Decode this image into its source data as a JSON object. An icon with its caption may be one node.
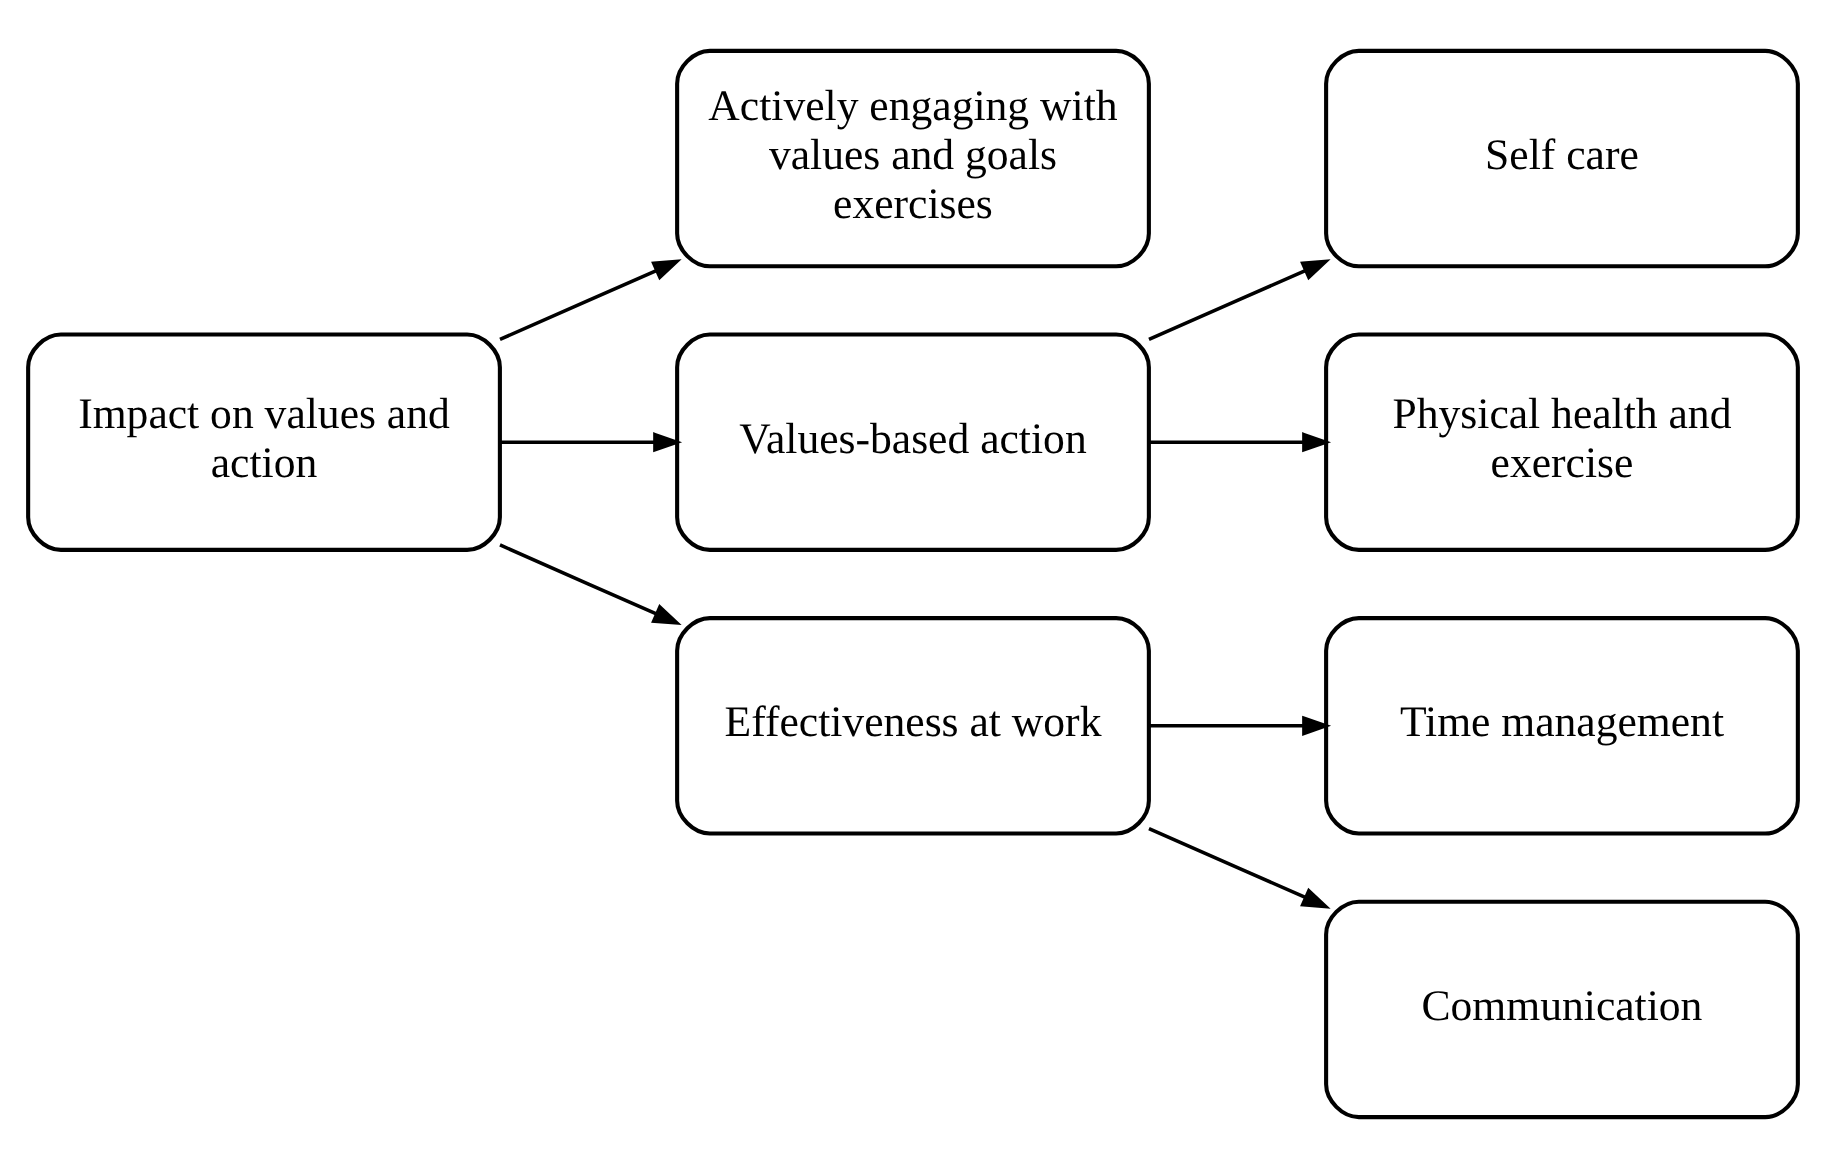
{
  "diagram": {
    "nodes": [
      {
        "text": [
          "Impact on values and action"
        ]
      },
      {
        "text": [
          "Actively engaging with values and goals exercises"
        ]
      },
      {
        "text": [
          "Values-based action"
        ]
      },
      {
        "text": [
          "Self care"
        ]
      },
      {
        "text": [
          "Physical health and exercise"
        ]
      },
      {
        "text": [
          "Effectiveness at work"
        ]
      },
      {
        "text": [
          "Time management"
        ]
      },
      {
        "text": [
          "Communication"
        ]
      }
    ],
    "edges": [
      {
        "from": 0,
        "to": 1,
        "arrow": "to"
      },
      {
        "from": 0,
        "to": 2,
        "arrow": "to"
      },
      {
        "from": 0,
        "to": 5,
        "arrow": "to"
      },
      {
        "from": 2,
        "to": 3,
        "arrow": "to"
      },
      {
        "from": 2,
        "to": 4,
        "arrow": "to"
      },
      {
        "from": 5,
        "to": 6,
        "arrow": "to"
      },
      {
        "from": 5,
        "to": 7,
        "arrow": "to"
      }
    ]
  }
}
